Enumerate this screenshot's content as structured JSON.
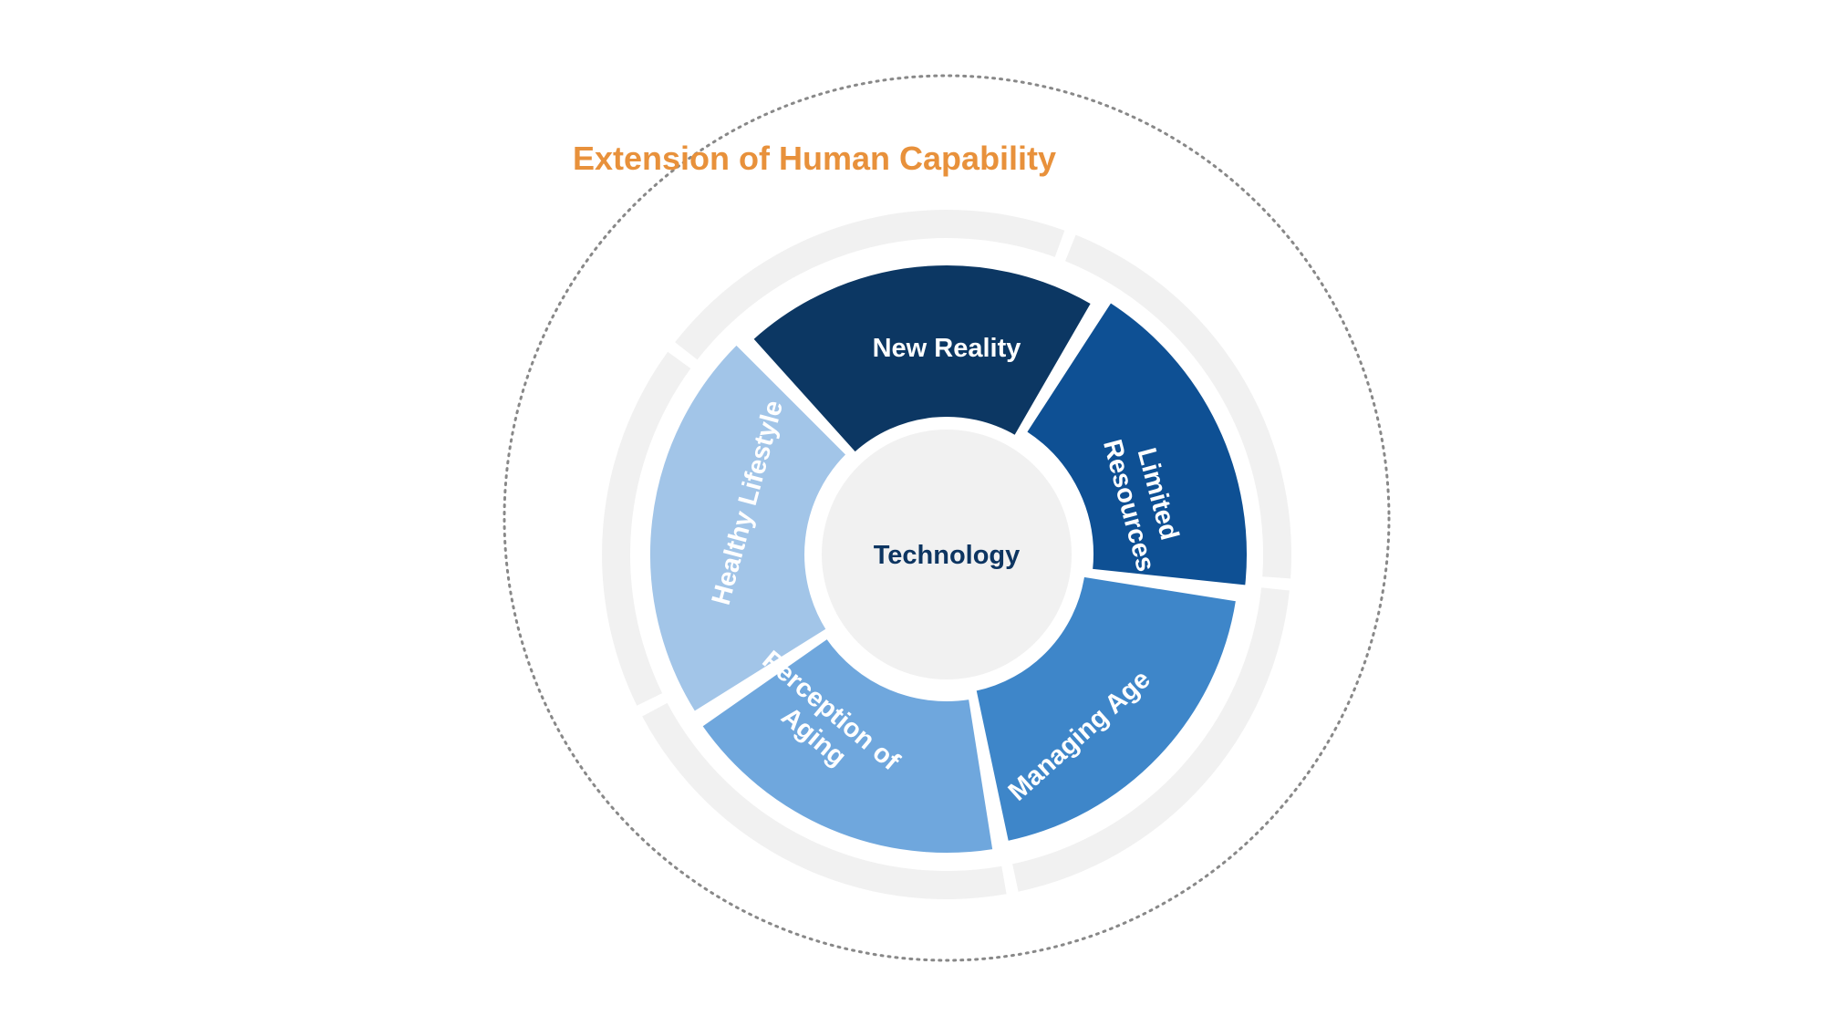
{
  "title": "Extension of Human Capability",
  "center": {
    "label": "Technology"
  },
  "segments": [
    {
      "id": "new-reality",
      "lines": [
        "New Reality"
      ],
      "color": "#0c3763"
    },
    {
      "id": "limited-resources",
      "lines": [
        "Limited",
        "Resources"
      ],
      "color": "#0e5094"
    },
    {
      "id": "managing-age",
      "lines": [
        "Managing Age"
      ],
      "color": "#3e86c9"
    },
    {
      "id": "perception-of-aging",
      "lines": [
        "Perception of",
        "Aging"
      ],
      "color": "#6fa7dd"
    },
    {
      "id": "healthy-lifestyle",
      "lines": [
        "Healthy Lifestyle"
      ],
      "color": "#a2c5e8"
    }
  ],
  "colors": {
    "title": "#e8913b",
    "center_text": "#0d3561",
    "center_fill": "#f1f1f1",
    "outer_ring": "#f1f1f1",
    "dotted_circle": "#888888"
  }
}
